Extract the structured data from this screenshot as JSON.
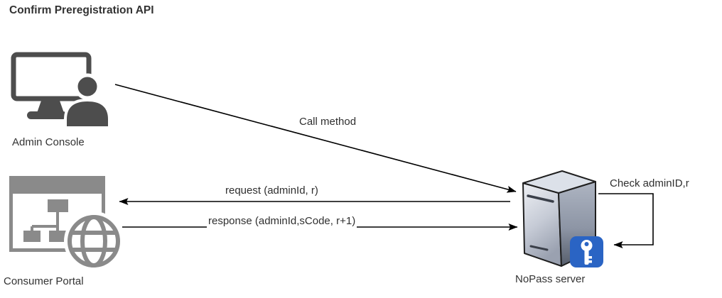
{
  "title": "Confirm Preregistration API",
  "nodes": {
    "admin_console": {
      "label": "Admin Console",
      "icon": "monitor-with-user-icon"
    },
    "consumer_portal": {
      "label": "Consumer Portal",
      "icon": "browser-window-sitemap-globe-icon"
    },
    "nopass_server": {
      "label": "NoPass server",
      "icon": "server-3d-with-key-badge-icon"
    }
  },
  "edges": {
    "call_method": {
      "label": "Call method",
      "from": "admin_console",
      "to": "nopass_server"
    },
    "request": {
      "label": "request (adminId, r)",
      "from": "nopass_server",
      "to": "consumer_portal"
    },
    "response": {
      "label": "response (adminId,sCode, r+1)",
      "from": "consumer_portal",
      "to": "nopass_server"
    },
    "check": {
      "label": "Check adminID,r",
      "from": "nopass_server",
      "to": "nopass_server"
    }
  },
  "colors": {
    "icon_dark": "#4d4d4d",
    "icon_gray": "#8a8a8a",
    "line": "#000000",
    "text": "#333333",
    "server_top": "#dce1e9",
    "key_badge_blue": "#2a64c4",
    "key_badge_border": "#1a4d9e",
    "white": "#ffffff"
  }
}
